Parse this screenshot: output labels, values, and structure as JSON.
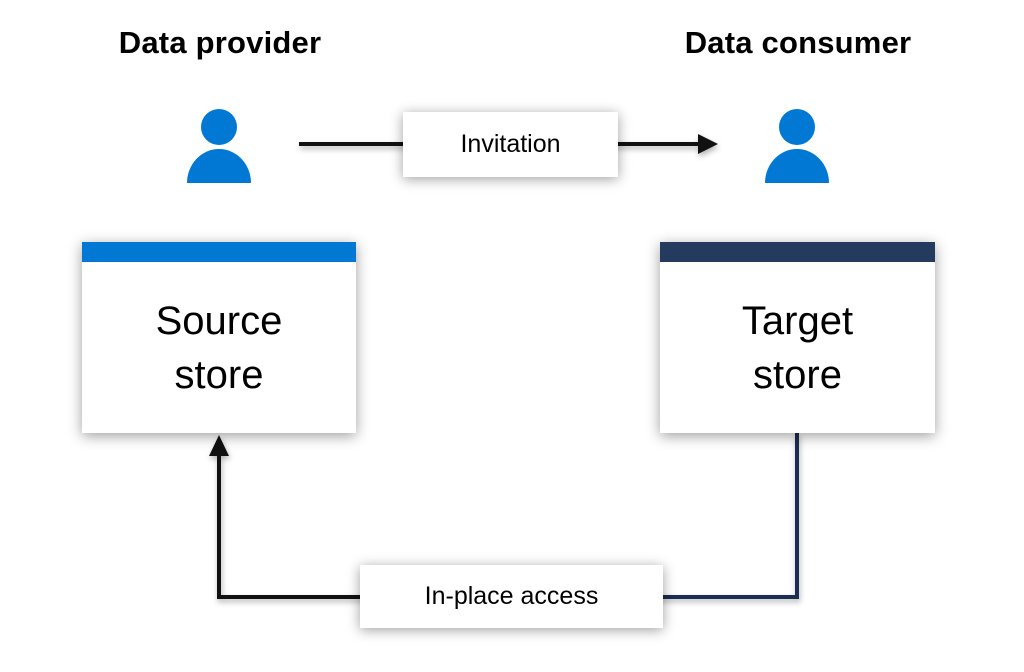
{
  "headings": {
    "provider": "Data provider",
    "consumer": "Data consumer"
  },
  "boxes": {
    "source_store": "Source\nstore",
    "target_store": "Target\nstore"
  },
  "edge_labels": {
    "invitation": "Invitation",
    "in_place_access": "In-place access"
  },
  "icons": {
    "provider_person": "person-icon",
    "consumer_person": "person-icon"
  },
  "colors": {
    "person_blue": "#0078D4",
    "source_header_blue": "#0078D4",
    "target_header_navy": "#243A5E",
    "connector_black": "#111111",
    "connector_navy": "#1A2D52",
    "box_background": "#FFFFFF",
    "text_black": "#000000"
  }
}
